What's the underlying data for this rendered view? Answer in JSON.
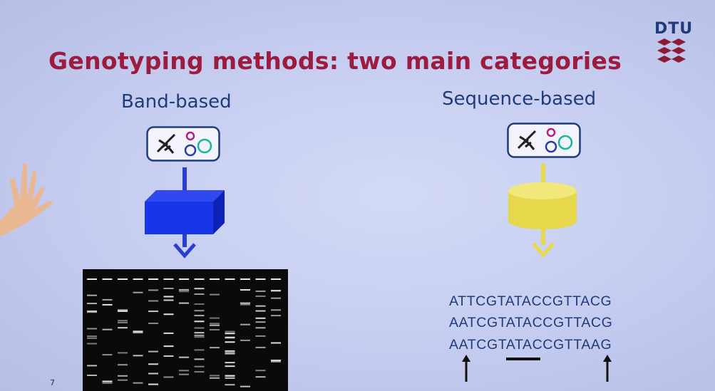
{
  "slide": {
    "title": "Genotyping methods: two main categories",
    "logo_text": "DTU",
    "page_number": "7",
    "left": {
      "heading": "Band-based",
      "icon": "dna-cells-icon",
      "process_shape": "cube",
      "color": "#1636e8"
    },
    "right": {
      "heading": "Sequence-based",
      "icon": "dna-cells-icon",
      "process_shape": "cylinder",
      "color": "#eadc55",
      "sequences": [
        "ATTCGTATACCGTTACG",
        "AATCGTATACCGTTACG",
        "AATCGTATACCGTTAAG"
      ]
    },
    "colors": {
      "title": "#9b1c3e",
      "text": "#1f3b7a",
      "background": "#c9d0f2"
    }
  }
}
